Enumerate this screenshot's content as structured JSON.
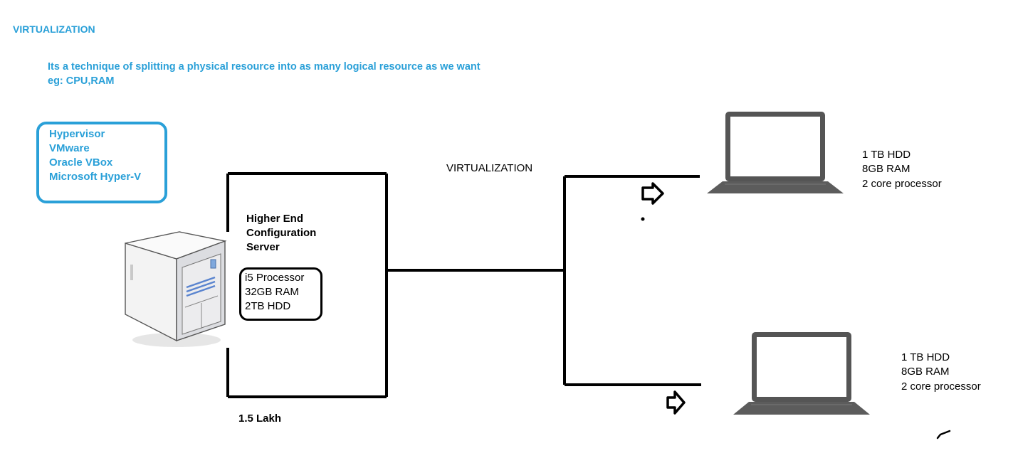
{
  "title": "VIRTUALIZATION",
  "definition": {
    "line1": "Its a technique of splitting a physical resource into as many logical resource as we want",
    "line2": "eg: CPU,RAM"
  },
  "hypervisor_list": [
    "Hypervisor",
    "VMware",
    "Oracle VBox",
    "Microsoft Hyper-V"
  ],
  "server": {
    "label": [
      "Higher End",
      "Configuration",
      "Server"
    ],
    "specs": [
      "i5 Processor",
      "32GB RAM",
      "2TB HDD"
    ],
    "price": "1.5 Lakh"
  },
  "link_label": "VIRTUALIZATION",
  "laptops": [
    {
      "specs": [
        "1 TB HDD",
        "8GB RAM",
        "2 core processor"
      ]
    },
    {
      "specs": [
        "1 TB HDD",
        "8GB RAM",
        "2 core processor"
      ]
    }
  ],
  "colors": {
    "accent": "#2aa0d8",
    "ink": "#000000"
  }
}
